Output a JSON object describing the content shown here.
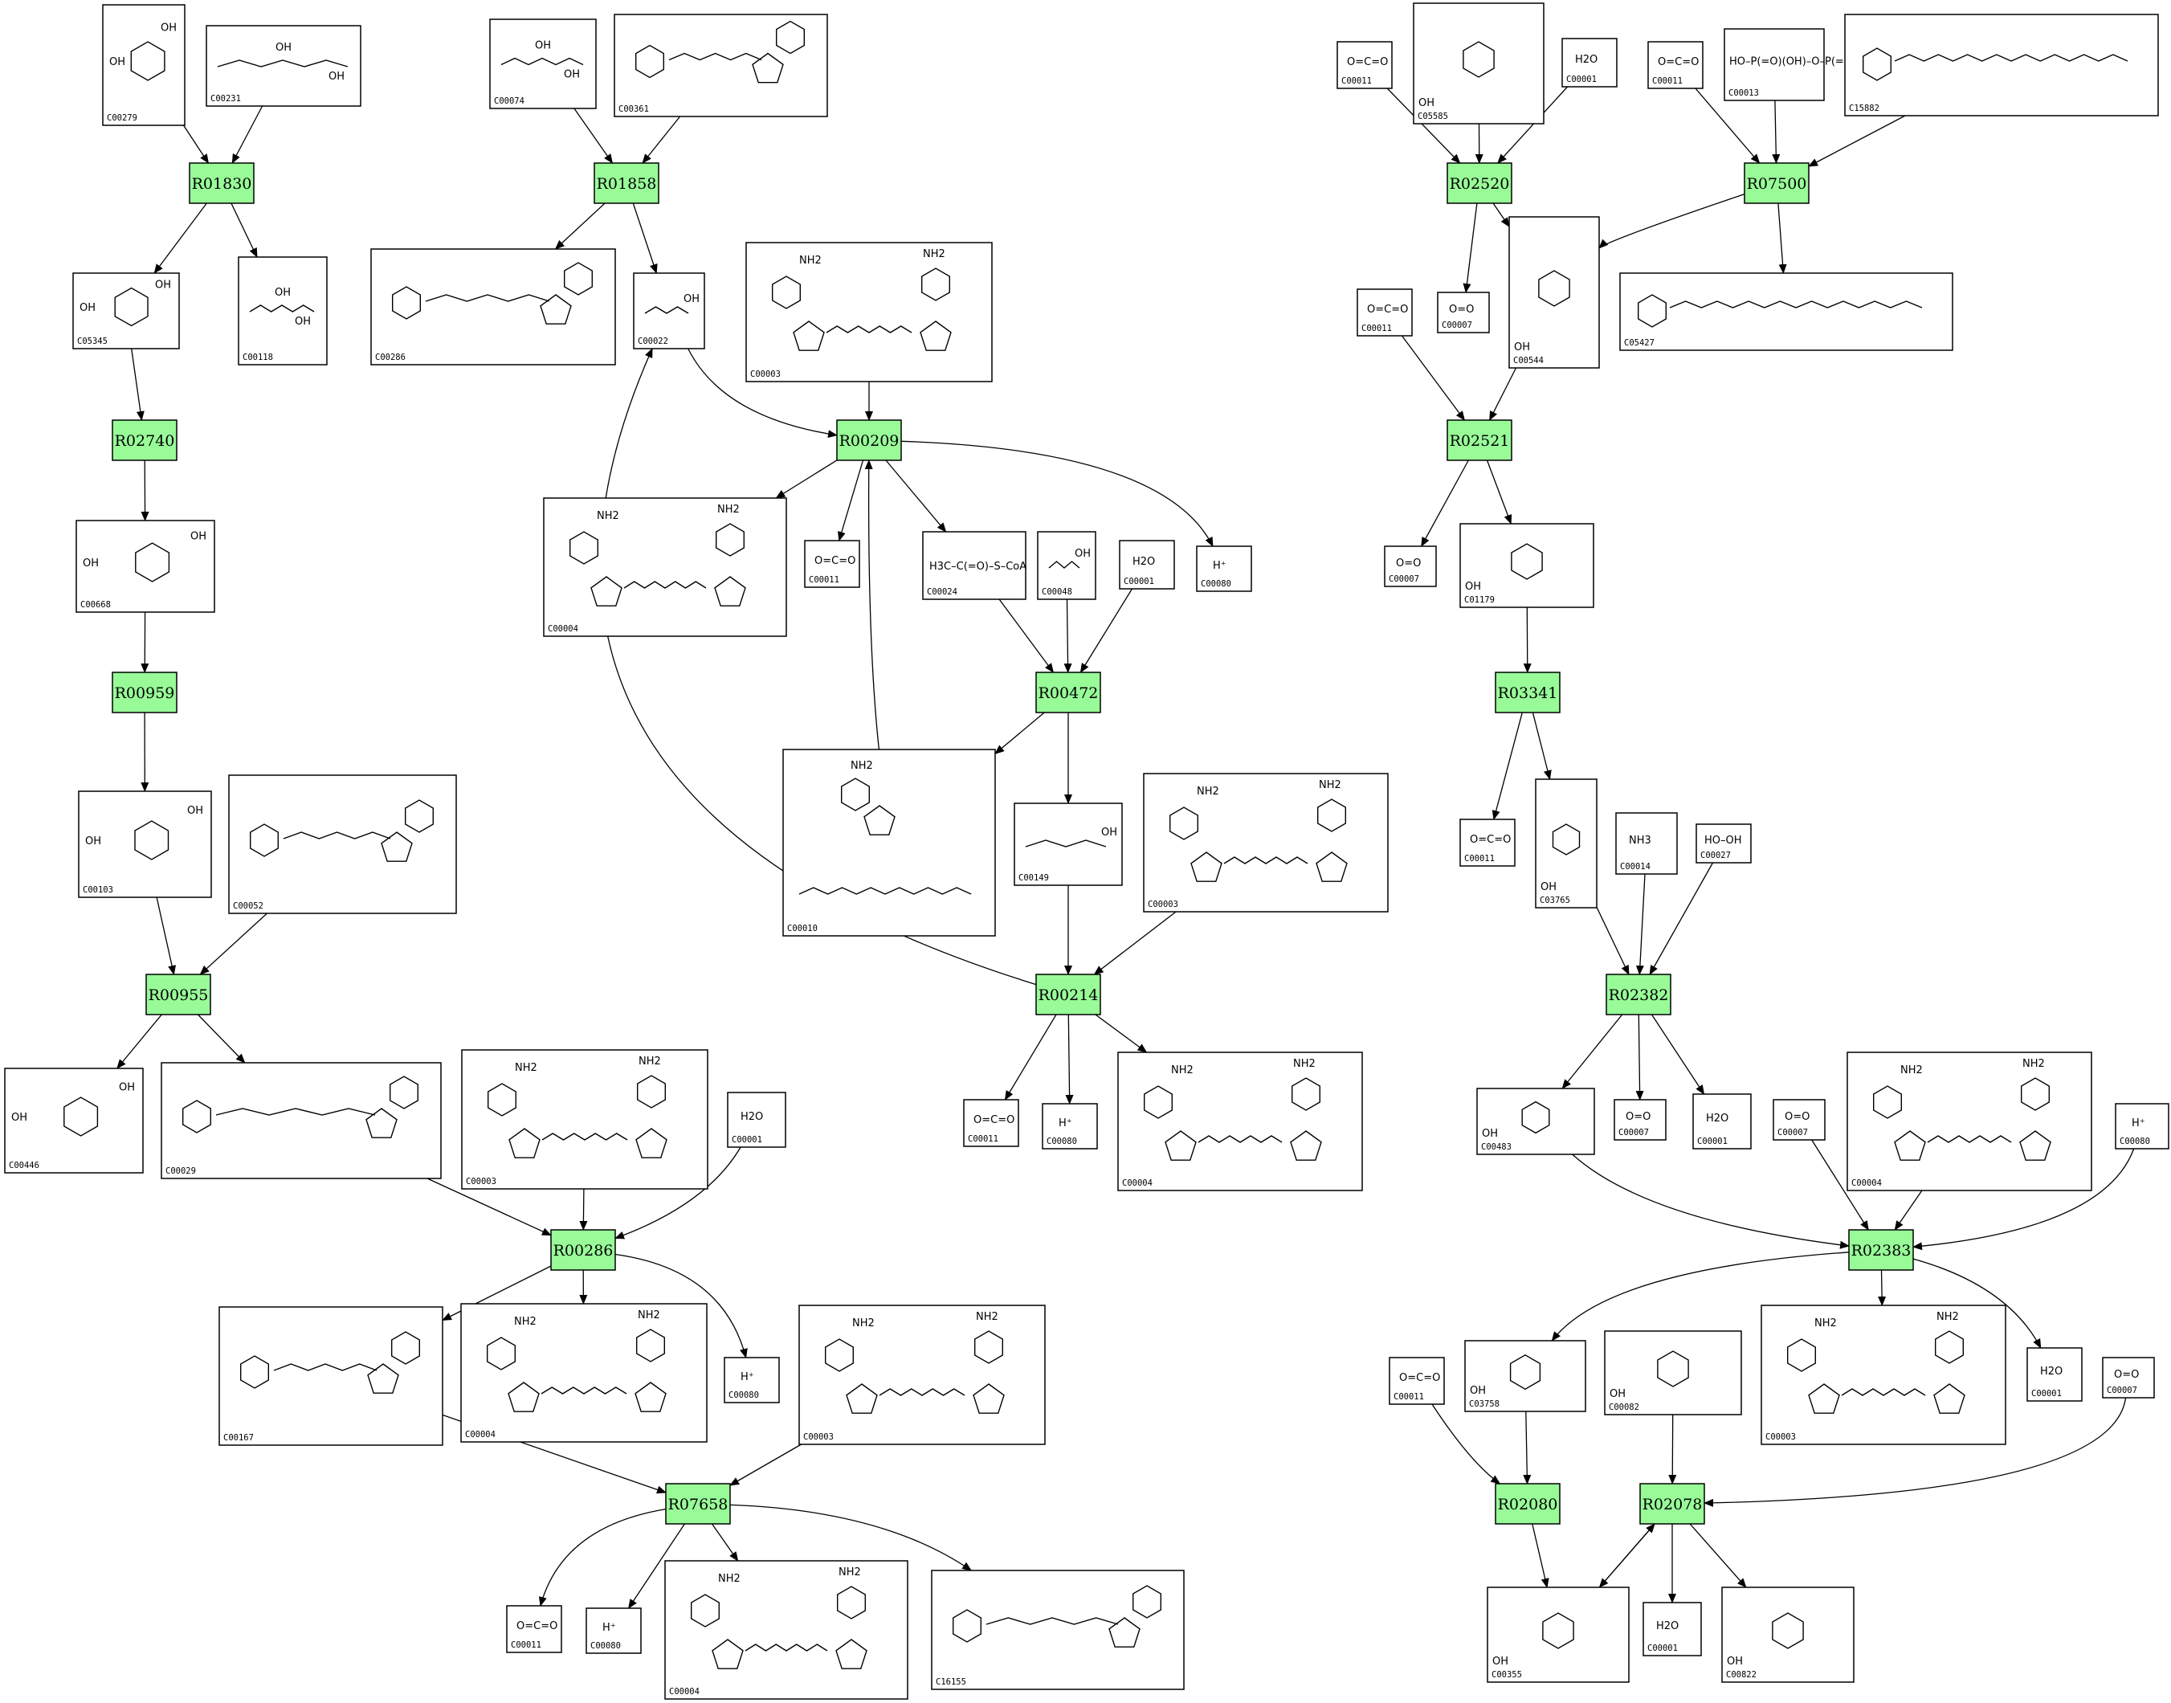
{
  "colors": {
    "reaction_fill": "#98fb98",
    "border": "#000000",
    "background": "#ffffff"
  },
  "reactions": {
    "R01830": "R01830",
    "R01858": "R01858",
    "R02520": "R02520",
    "R07500": "R07500",
    "R02740": "R02740",
    "R00209": "R00209",
    "R02521": "R02521",
    "R00959": "R00959",
    "R00472": "R00472",
    "R03341": "R03341",
    "R00955": "R00955",
    "R00214": "R00214",
    "R02382": "R02382",
    "R00286": "R00286",
    "R02383": "R02383",
    "R07658": "R07658",
    "R02080": "R02080",
    "R02078": "R02078"
  },
  "compounds": {
    "C00279": "C00279",
    "C00231": "C00231",
    "C00074": "C00074",
    "C00361": "C00361",
    "C00011a": "C00011",
    "C05585": "C05585",
    "C00001a": "C00001",
    "C00011b": "C00011",
    "C00013": "C00013",
    "C15882": "C15882",
    "C05345": "C05345",
    "C00118": "C00118",
    "C00286": "C00286",
    "C00022": "C00022",
    "C00003a": "C00003",
    "C00011c": "C00011",
    "C00007a": "C00007",
    "C00544": "C00544",
    "C05427": "C05427",
    "C00668": "C00668",
    "C00004a": "C00004",
    "C00011d": "C00011",
    "C00024": "C00024",
    "C00048": "C00048",
    "C00001b": "C00001",
    "C00080a": "C00080",
    "C00007b": "C00007",
    "C01179": "C01179",
    "C00103": "C00103",
    "C00052": "C00052",
    "C00010": "C00010",
    "C00149": "C00149",
    "C00003b": "C00003",
    "C00011e": "C00011",
    "C03765": "C03765",
    "C00014": "C00014",
    "C00027": "C00027",
    "C00446": "C00446",
    "C00029": "C00029",
    "C00003c": "C00003",
    "C00001c": "C00001",
    "C00011f": "C00011",
    "C00080b": "C00080",
    "C00004b": "C00004",
    "C00483": "C00483",
    "C00007c": "C00007",
    "C00001d": "C00001",
    "C00007d": "C00007",
    "C00004c": "C00004",
    "C00080c": "C00080",
    "C00167": "C00167",
    "C00004d": "C00004",
    "C00080d": "C00080",
    "C00003d": "C00003",
    "C00011g": "C00011",
    "C03758": "C03758",
    "C00082": "C00082",
    "C00003e": "C00003",
    "C00001e": "C00001",
    "C00007e": "C00007",
    "C00011h": "C00011",
    "C00080e": "C00080",
    "C00004e": "C00004",
    "C16155": "C16155",
    "C00355": "C00355",
    "C00001f": "C00001",
    "C00822": "C00822"
  },
  "molecule_text": {
    "co2": "O=C=O",
    "o2": "O=O",
    "water": "H2O",
    "hplus": "H⁺",
    "nh3": "NH3",
    "h2o2": "HO–OH",
    "acetylcoa": "H3C–C(=O)–S–CoA",
    "nh2": "NH2",
    "oh": "OH",
    "hp": "HO–P(=O)(OH)–O–P(=O)(OH)–OH"
  }
}
